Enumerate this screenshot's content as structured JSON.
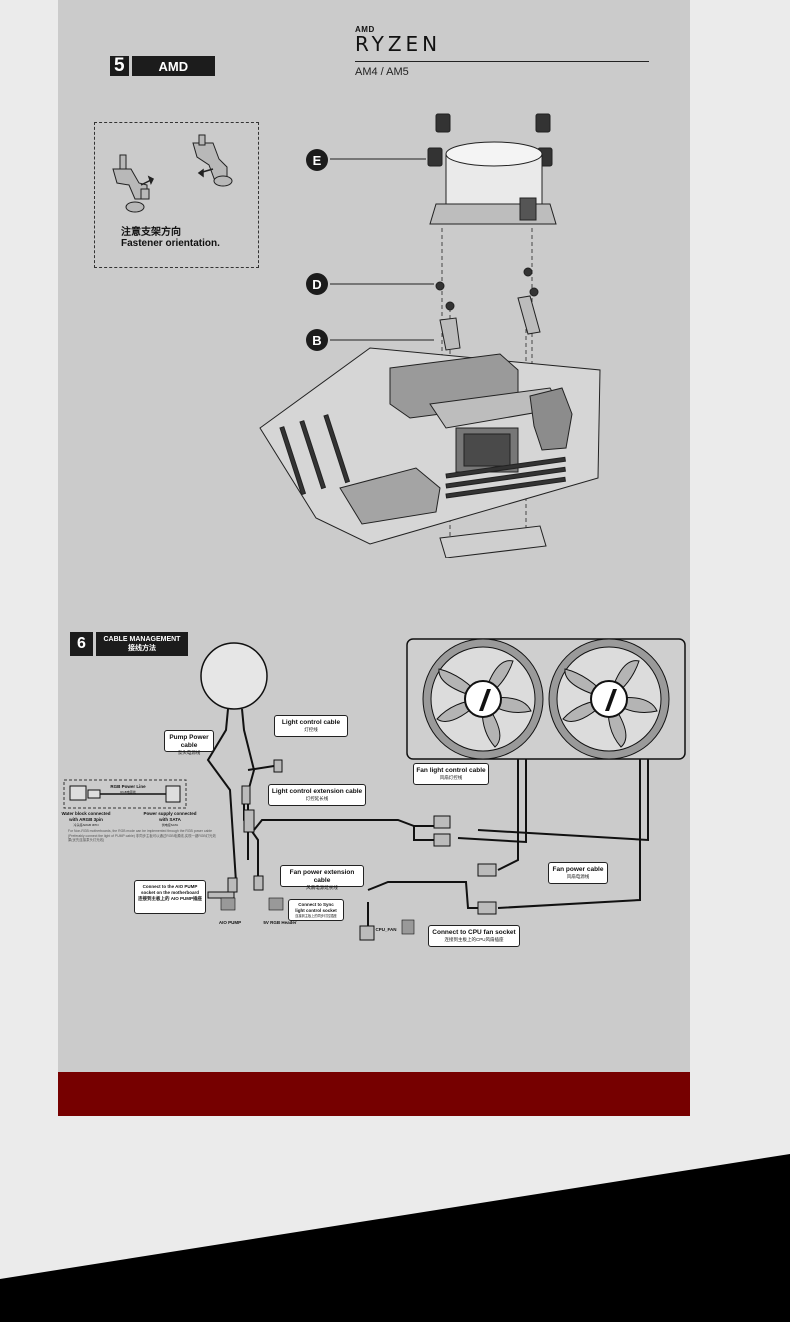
{
  "step5": {
    "number": "5",
    "label": "AMD"
  },
  "brand": {
    "small": "AMD",
    "name": "RYZEN",
    "socket": "AM4 / AM5"
  },
  "orientation": {
    "cn": "注意支架方向",
    "en": "Fastener orientation."
  },
  "markers": {
    "e": "E",
    "d": "D",
    "b": "B"
  },
  "step6": {
    "number": "6",
    "en": "CABLE MANAGEMENT",
    "cn": "接线方法"
  },
  "labels": {
    "pump_power": {
      "en": "Pump Power cable",
      "cn": "泵头电源线"
    },
    "light_control": {
      "en": "Light control cable",
      "cn": "灯控线"
    },
    "light_ext": {
      "en": "Light control extension cable",
      "cn": "灯控延长线"
    },
    "fan_light": {
      "en": "Fan light control cable",
      "cn": "风扇灯控线"
    },
    "fan_power_ext": {
      "en": "Fan power extension cable",
      "cn": "风扇电源延长线"
    },
    "fan_power": {
      "en": "Fan power cable",
      "cn": "风扇电源线"
    },
    "cpu_fan_socket": {
      "en": "Connect to CPU fan socket",
      "cn": "连接到主板上的CPU风扇插座"
    },
    "sync_light": {
      "en": "Connect to Sync light control socket",
      "cn": "连接到主板上的同步灯控插座"
    },
    "aio_pump": {
      "en": "Connect to the AIO PUMP socket on the motherboard",
      "cn": "连接到主板上的 AIO PUMP插座"
    }
  },
  "rgb_power_line": {
    "en": "RGB Power Line",
    "cn": "RGB电源线"
  },
  "water_block": {
    "en": "Water block connected with ARGB 3pin",
    "cn": "冷头接ARGB 3PIN"
  },
  "power_supply": {
    "en": "Power supply connected with SATA",
    "cn": "供电接SATA"
  },
  "note_text": "For Non-RGB motherboards, the RGB mode can be implemented through the RGB power cable (Preferably connect the light of PUMP cable) 非同步主板可以通过RGB电源线,实现一键RGB灯光效果(优先连接泵头灯光线)",
  "headers": {
    "aio_pump": "AIO PUMP",
    "rgb_header": "5V RGB Header",
    "cpu_fan": "CPU_FAN"
  },
  "colors": {
    "panel": "#cbcbcb",
    "band": "#760000",
    "ink": "#1c1c1c"
  }
}
